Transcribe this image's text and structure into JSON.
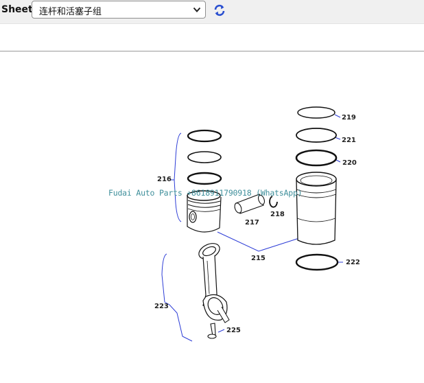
{
  "toolbar": {
    "sheet_label": "Sheet",
    "sheet_value": "连杆和活塞子组"
  },
  "watermark": "Fudai Auto Parts +8618911790918 (WhatsApp)",
  "callouts": {
    "c215": "215",
    "c216": "216",
    "c217": "217",
    "c218": "218",
    "c219": "219",
    "c220": "220",
    "c221": "221",
    "c222": "222",
    "c223": "223",
    "c225": "225"
  },
  "colors": {
    "leader": "#2b3bd6",
    "refresh_icon": "#2a4fd0"
  },
  "icons": [
    "chevron-down-icon",
    "refresh-icon"
  ]
}
